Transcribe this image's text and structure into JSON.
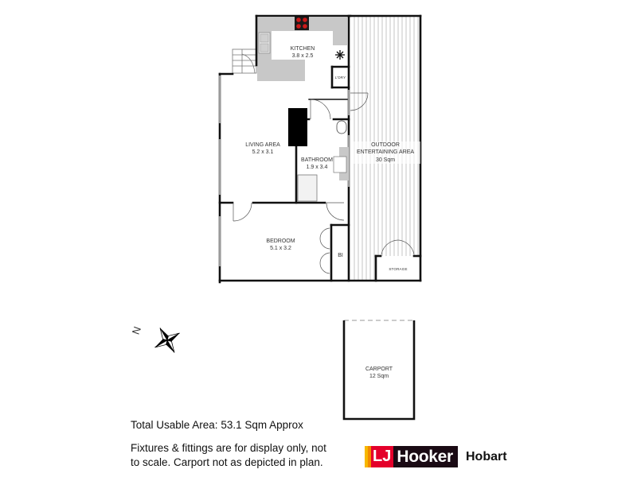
{
  "rooms": {
    "kitchen": {
      "name": "KITCHEN",
      "size": "3.8 x 2.5"
    },
    "laundry": {
      "name": "L'DRY"
    },
    "living": {
      "name": "LIVING AREA",
      "size": "5.2 x 3.1"
    },
    "bathroom": {
      "name": "BATHROOM",
      "size": "1.9 x 3.4"
    },
    "bedroom": {
      "name": "BEDROOM",
      "size": "5.1 x 3.2"
    },
    "built_in": {
      "name": "BI"
    },
    "outdoor": {
      "name_line1": "OUTDOOR",
      "name_line2": "ENTERTAINING AREA",
      "size": "30 Sqm"
    },
    "storage": {
      "name": "STORAGE"
    },
    "carport": {
      "name": "CARPORT",
      "size": "12 Sqm"
    }
  },
  "compass": {
    "label": "N"
  },
  "footer": {
    "total_area": "Total Usable Area: 53.1 Sqm Approx",
    "disclaimer_line1": "Fixtures & fittings are for display only, not",
    "disclaimer_line2": "to scale. Carport not as depicted in plan."
  },
  "brand": {
    "logo_lj": "LJ",
    "logo_name": "Hooker",
    "office": "Hobart",
    "colors": {
      "red": "#e4002b",
      "orange": "#f28a00",
      "yellow": "#f7b800",
      "dark": "#1a0a14"
    }
  },
  "colors": {
    "wall": "#111111",
    "counter": "#c8c8c8",
    "window": "#9a9a9a",
    "hob": "#cc1a1a",
    "decking_line": "#b8b8b8"
  }
}
